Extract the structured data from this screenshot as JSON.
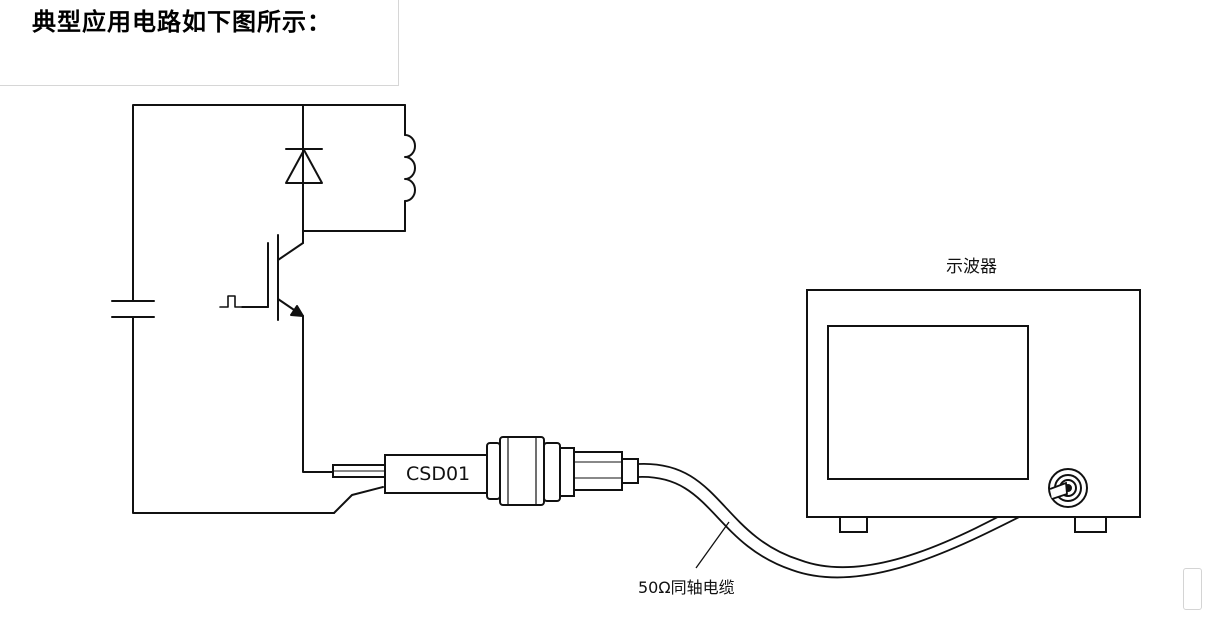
{
  "heading": "典型应用电路如下图所示：",
  "oscilloscope_label": "示波器",
  "sensor_label": "CSD01",
  "cable_label": "50Ω同轴电缆",
  "icons": [
    "diode-icon",
    "inductor-icon",
    "capacitor-icon",
    "igbt-icon",
    "pulse-icon"
  ],
  "colors": {
    "line": "#111111",
    "background": "#ffffff"
  }
}
